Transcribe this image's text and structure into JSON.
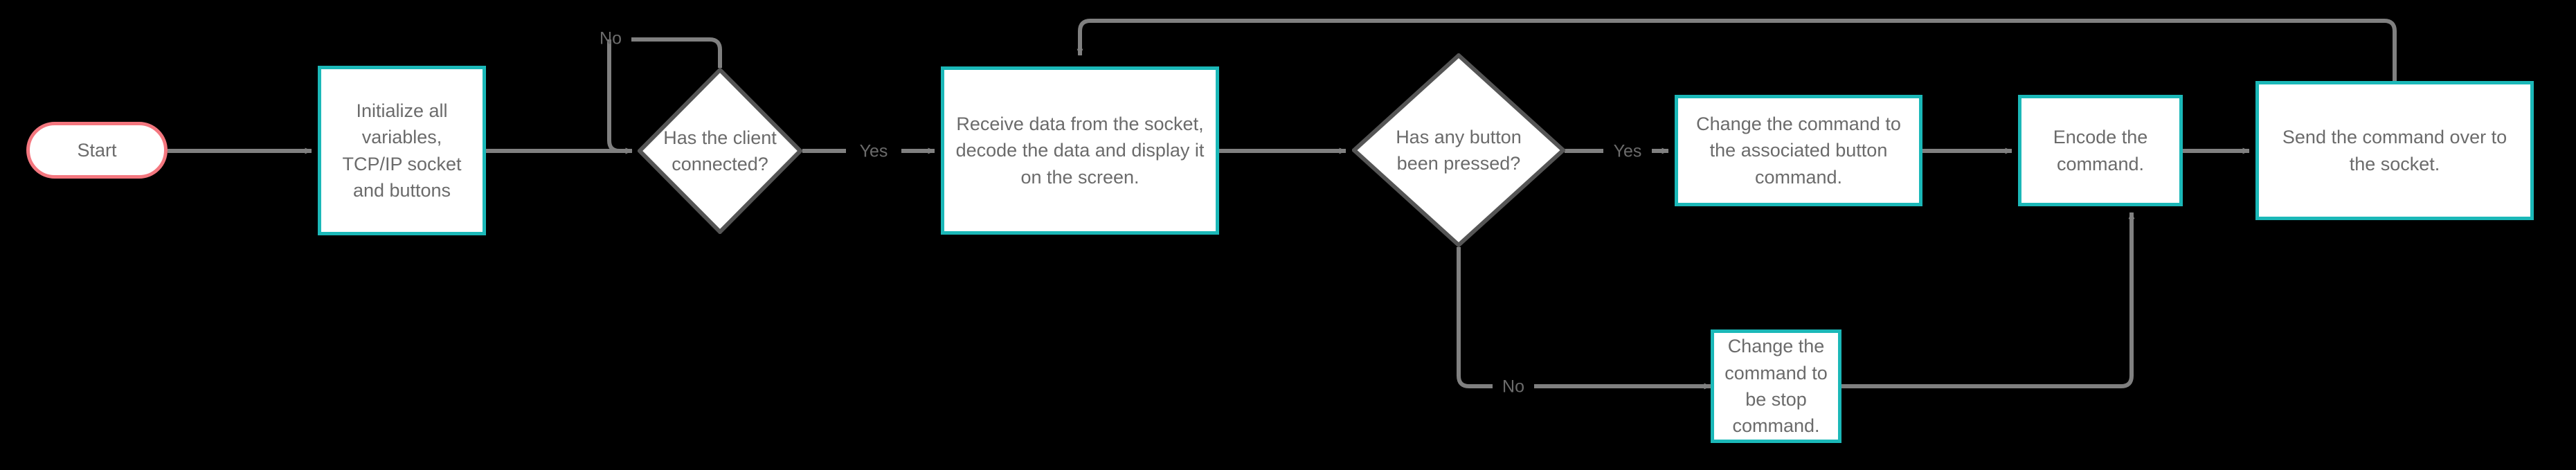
{
  "diagram": {
    "title": "TCP/IP socket client command flowchart",
    "type": "flowchart",
    "background_color": "#000000",
    "process_border_color": "#1BB8B8",
    "terminator_border_color": "#F4777F",
    "connector_color": "#808080",
    "text_color": "#6b6b6b",
    "node_fill": "#ffffff"
  },
  "nodes": {
    "start": {
      "label": "Start",
      "shape": "terminator"
    },
    "initialize": {
      "label": "Initialize all variables, TCP/IP socket and buttons",
      "shape": "process"
    },
    "client_connected": {
      "label_line1": "Has the client",
      "label_line2": "connected?",
      "shape": "decision"
    },
    "receive_data": {
      "label": "Receive data from the socket, decode the data and display it on the screen.",
      "shape": "process"
    },
    "button_pressed": {
      "label_line1": "Has any button",
      "label_line2": "been pressed?",
      "shape": "decision"
    },
    "change_to_button_command": {
      "label": "Change the command to the associated button command.",
      "shape": "process"
    },
    "encode_command": {
      "label": "Encode the command.",
      "shape": "process"
    },
    "send_command": {
      "label": "Send the command over to the socket.",
      "shape": "process"
    },
    "change_to_stop_command": {
      "label": "Change the command to be stop command.",
      "shape": "process"
    }
  },
  "edge_labels": {
    "client_no": "No",
    "client_yes": "Yes",
    "button_yes": "Yes",
    "button_no": "No"
  }
}
